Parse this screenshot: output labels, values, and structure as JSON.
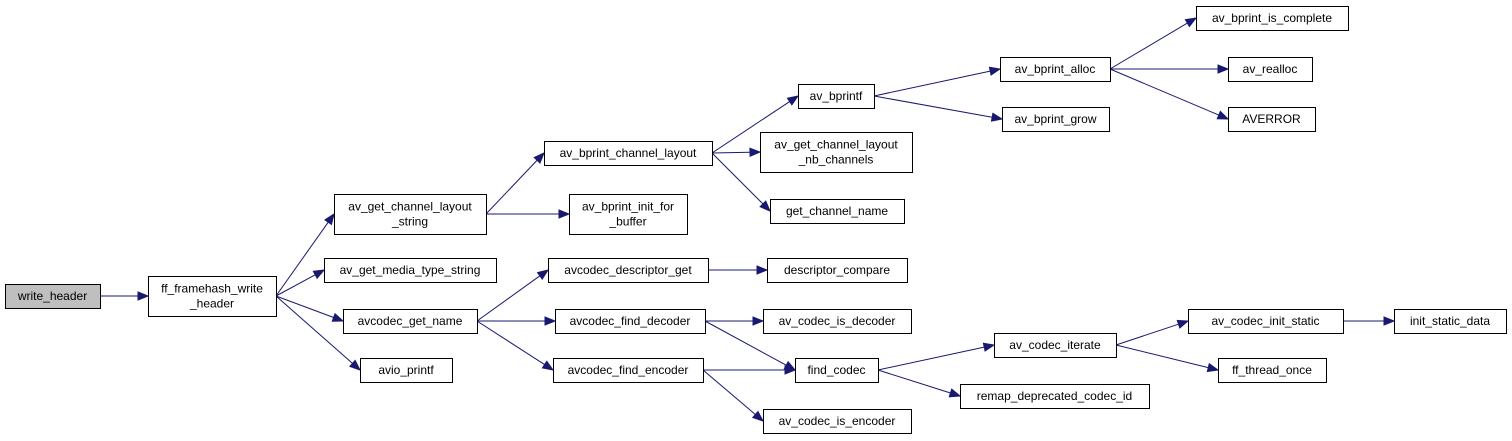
{
  "colors": {
    "edge": "#191970",
    "node_fill": "#ffffff",
    "root_fill": "#bfbfbf",
    "border": "#000000"
  },
  "nodes": [
    {
      "id": "write_header",
      "lines": [
        "write_header"
      ],
      "root": true
    },
    {
      "id": "ff_framehash_write_header",
      "lines": [
        "ff_framehash_write",
        "_header"
      ]
    },
    {
      "id": "av_get_channel_layout_string",
      "lines": [
        "av_get_channel_layout",
        "_string"
      ]
    },
    {
      "id": "av_get_media_type_string",
      "lines": [
        "av_get_media_type_string"
      ]
    },
    {
      "id": "avcodec_get_name",
      "lines": [
        "avcodec_get_name"
      ]
    },
    {
      "id": "avio_printf",
      "lines": [
        "avio_printf"
      ]
    },
    {
      "id": "av_bprint_channel_layout",
      "lines": [
        "av_bprint_channel_layout"
      ]
    },
    {
      "id": "av_bprint_init_for_buffer",
      "lines": [
        "av_bprint_init_for",
        "_buffer"
      ]
    },
    {
      "id": "avcodec_descriptor_get",
      "lines": [
        "avcodec_descriptor_get"
      ]
    },
    {
      "id": "avcodec_find_decoder",
      "lines": [
        "avcodec_find_decoder"
      ]
    },
    {
      "id": "avcodec_find_encoder",
      "lines": [
        "avcodec_find_encoder"
      ]
    },
    {
      "id": "av_bprintf",
      "lines": [
        "av_bprintf"
      ]
    },
    {
      "id": "av_get_channel_layout_nb_channels",
      "lines": [
        "av_get_channel_layout",
        "_nb_channels"
      ]
    },
    {
      "id": "get_channel_name",
      "lines": [
        "get_channel_name"
      ]
    },
    {
      "id": "descriptor_compare",
      "lines": [
        "descriptor_compare"
      ]
    },
    {
      "id": "av_codec_is_decoder",
      "lines": [
        "av_codec_is_decoder"
      ]
    },
    {
      "id": "find_codec",
      "lines": [
        "find_codec"
      ]
    },
    {
      "id": "av_codec_is_encoder",
      "lines": [
        "av_codec_is_encoder"
      ]
    },
    {
      "id": "av_bprint_alloc",
      "lines": [
        "av_bprint_alloc"
      ]
    },
    {
      "id": "av_bprint_grow",
      "lines": [
        "av_bprint_grow"
      ]
    },
    {
      "id": "av_codec_iterate",
      "lines": [
        "av_codec_iterate"
      ]
    },
    {
      "id": "remap_deprecated_codec_id",
      "lines": [
        "remap_deprecated_codec_id"
      ]
    },
    {
      "id": "av_bprint_is_complete",
      "lines": [
        "av_bprint_is_complete"
      ]
    },
    {
      "id": "av_realloc",
      "lines": [
        "av_realloc"
      ]
    },
    {
      "id": "AVERROR",
      "lines": [
        "AVERROR"
      ]
    },
    {
      "id": "av_codec_init_static",
      "lines": [
        "av_codec_init_static"
      ]
    },
    {
      "id": "ff_thread_once",
      "lines": [
        "ff_thread_once"
      ]
    },
    {
      "id": "init_static_data",
      "lines": [
        "init_static_data"
      ]
    }
  ],
  "edges": [
    [
      "write_header",
      "ff_framehash_write_header"
    ],
    [
      "ff_framehash_write_header",
      "av_get_channel_layout_string"
    ],
    [
      "ff_framehash_write_header",
      "av_get_media_type_string"
    ],
    [
      "ff_framehash_write_header",
      "avcodec_get_name"
    ],
    [
      "ff_framehash_write_header",
      "avio_printf"
    ],
    [
      "av_get_channel_layout_string",
      "av_bprint_channel_layout"
    ],
    [
      "av_get_channel_layout_string",
      "av_bprint_init_for_buffer"
    ],
    [
      "av_bprint_channel_layout",
      "av_bprintf"
    ],
    [
      "av_bprint_channel_layout",
      "av_get_channel_layout_nb_channels"
    ],
    [
      "av_bprint_channel_layout",
      "get_channel_name"
    ],
    [
      "av_bprintf",
      "av_bprint_alloc"
    ],
    [
      "av_bprintf",
      "av_bprint_grow"
    ],
    [
      "av_bprint_alloc",
      "av_bprint_is_complete"
    ],
    [
      "av_bprint_alloc",
      "av_realloc"
    ],
    [
      "av_bprint_alloc",
      "AVERROR"
    ],
    [
      "avcodec_get_name",
      "avcodec_descriptor_get"
    ],
    [
      "avcodec_get_name",
      "avcodec_find_decoder"
    ],
    [
      "avcodec_get_name",
      "avcodec_find_encoder"
    ],
    [
      "avcodec_descriptor_get",
      "descriptor_compare"
    ],
    [
      "avcodec_find_decoder",
      "av_codec_is_decoder"
    ],
    [
      "avcodec_find_decoder",
      "find_codec"
    ],
    [
      "avcodec_find_encoder",
      "find_codec"
    ],
    [
      "avcodec_find_encoder",
      "av_codec_is_encoder"
    ],
    [
      "find_codec",
      "av_codec_iterate"
    ],
    [
      "find_codec",
      "remap_deprecated_codec_id"
    ],
    [
      "av_codec_iterate",
      "av_codec_init_static"
    ],
    [
      "av_codec_iterate",
      "ff_thread_once"
    ],
    [
      "av_codec_init_static",
      "init_static_data"
    ]
  ]
}
